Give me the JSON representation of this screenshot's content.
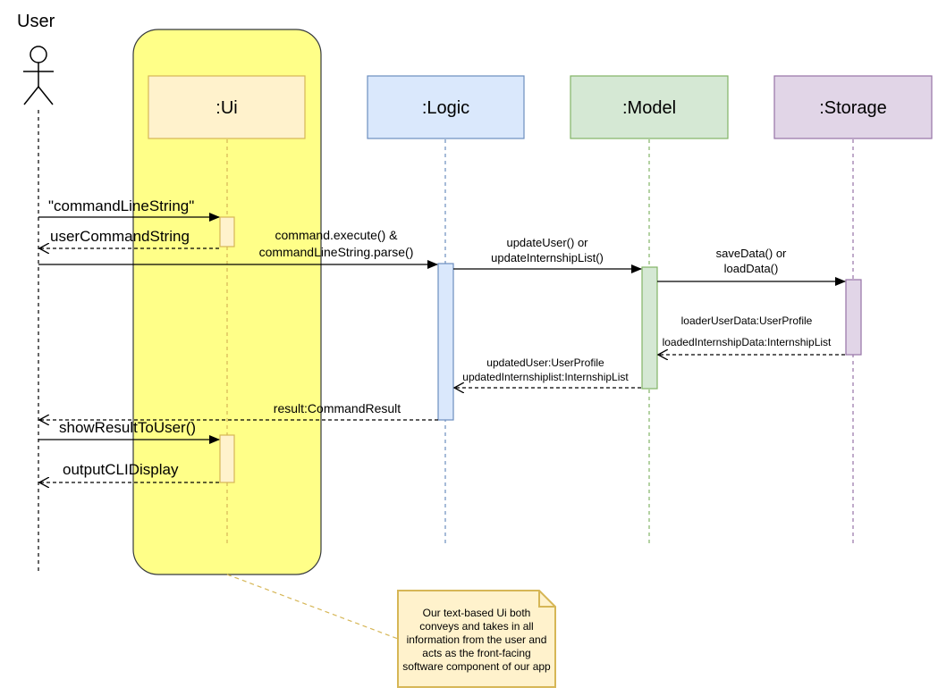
{
  "actor": {
    "label": "User"
  },
  "participants": [
    {
      "id": "ui",
      "label": ":Ui",
      "fill": "#fff2cc",
      "stroke": "#d6b656"
    },
    {
      "id": "logic",
      "label": ":Logic",
      "fill": "#dae8fc",
      "stroke": "#6c8ebf"
    },
    {
      "id": "model",
      "label": ":Model",
      "fill": "#d5e8d4",
      "stroke": "#82b366"
    },
    {
      "id": "storage",
      "label": ":Storage",
      "fill": "#e1d5e7",
      "stroke": "#9673a6"
    }
  ],
  "highlight": {
    "fill": "#ffff88",
    "stroke": "#36393d"
  },
  "messages": {
    "m1": "\"commandLineString\"",
    "m2": "userCommandString",
    "m3_line1": "command.execute() &",
    "m3_line2": "commandLineString.parse()",
    "m4_line1": "updateUser() or",
    "m4_line2": "updateInternshipList()",
    "m5_line1": "saveData() or",
    "m5_line2": "loadData()",
    "m6_line1": "loaderUserData:UserProfile",
    "m6_line2": "loadedInternshipData:InternshipList",
    "m7_line1": "updatedUser:UserProfile",
    "m7_line2": "updatedInternshiplist:InternshipList",
    "m8": "result:CommandResult",
    "m9": "showResultToUser()",
    "m10": "outputCLIDisplay"
  },
  "note": {
    "lines": [
      "Our text-based Ui both",
      "conveys and takes in all",
      "information from the user and",
      "acts as the front-facing",
      "software component of our app"
    ],
    "fill": "#fff2cc",
    "stroke": "#d6b656"
  }
}
